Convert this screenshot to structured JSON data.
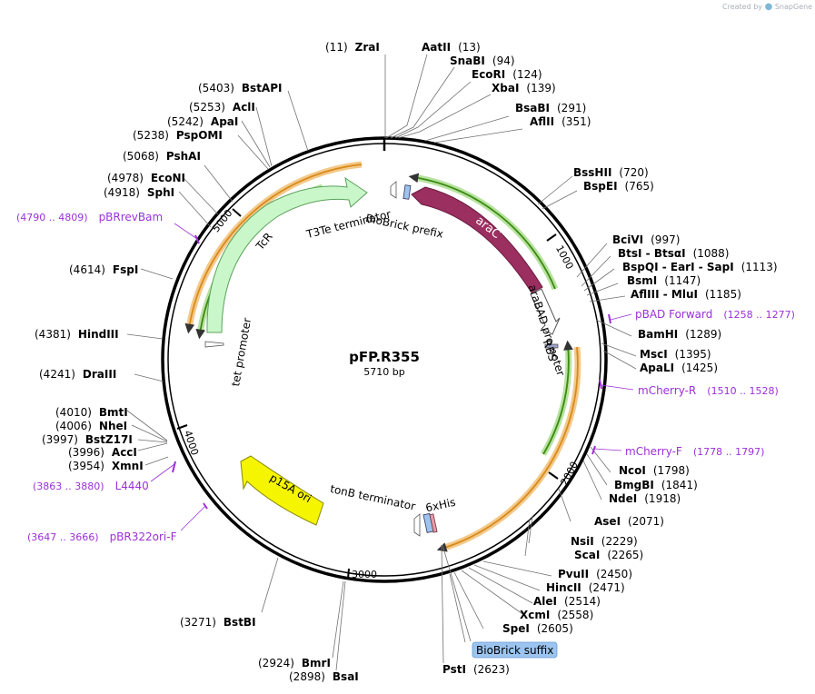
{
  "credit": {
    "prefix": "Created by",
    "brand": "SnapGene"
  },
  "title": "pFP.R355",
  "length_label": "5710 bp",
  "tick_labels": [
    "1000",
    "2000",
    "3000",
    "4000",
    "5000"
  ],
  "features": [
    {
      "label": "araC",
      "color": "#9b2f5f"
    },
    {
      "label": "TcR",
      "color": "#c9f7c9"
    },
    {
      "label": "p15A ori",
      "color": "#f5f500"
    },
    {
      "label": "T3Te terminator"
    },
    {
      "label": "BioBrick prefix"
    },
    {
      "label": "araBAD promoter"
    },
    {
      "label": "RBS"
    },
    {
      "label": "tet promoter"
    },
    {
      "label": "tonB terminator"
    },
    {
      "label": "6xHis"
    },
    {
      "label": "BioBrick suffix",
      "color": "#9cc4f0"
    }
  ],
  "enzymes": [
    {
      "pos": "(11)",
      "name": "ZraI"
    },
    {
      "pos": "(13)",
      "name": "AatII"
    },
    {
      "pos": "(94)",
      "name": "SnaBI"
    },
    {
      "pos": "(124)",
      "name": "EcoRI"
    },
    {
      "pos": "(139)",
      "name": "XbaI"
    },
    {
      "pos": "(291)",
      "name": "BsaBI"
    },
    {
      "pos": "(351)",
      "name": "AflII"
    },
    {
      "pos": "(720)",
      "name": "BssHII"
    },
    {
      "pos": "(765)",
      "name": "BspEI"
    },
    {
      "pos": "(997)",
      "name": "BciVI"
    },
    {
      "pos": "(1088)",
      "name": "BtsI - BtsαI"
    },
    {
      "pos": "(1113)",
      "name": "BspQI - EarI - SapI"
    },
    {
      "pos": "(1147)",
      "name": "BsmI"
    },
    {
      "pos": "(1185)",
      "name": "AflIII - MluI"
    },
    {
      "pos": "(1289)",
      "name": "BamHI"
    },
    {
      "pos": "(1395)",
      "name": "MscI"
    },
    {
      "pos": "(1425)",
      "name": "ApaLI"
    },
    {
      "pos": "(1798)",
      "name": "NcoI"
    },
    {
      "pos": "(1841)",
      "name": "BmgBI"
    },
    {
      "pos": "(1918)",
      "name": "NdeI"
    },
    {
      "pos": "(2071)",
      "name": "AseI"
    },
    {
      "pos": "(2229)",
      "name": "NsiI"
    },
    {
      "pos": "(2265)",
      "name": "ScaI"
    },
    {
      "pos": "(2450)",
      "name": "PvuII"
    },
    {
      "pos": "(2471)",
      "name": "HincII"
    },
    {
      "pos": "(2514)",
      "name": "AleI"
    },
    {
      "pos": "(2558)",
      "name": "XcmI"
    },
    {
      "pos": "(2605)",
      "name": "SpeI"
    },
    {
      "pos": "(2623)",
      "name": "PstI"
    },
    {
      "pos": "(2898)",
      "name": "BsaI"
    },
    {
      "pos": "(2924)",
      "name": "BmrI"
    },
    {
      "pos": "(3271)",
      "name": "BstBI"
    },
    {
      "pos": "(3954)",
      "name": "XmnI"
    },
    {
      "pos": "(3996)",
      "name": "AccI"
    },
    {
      "pos": "(3997)",
      "name": "BstZ17I"
    },
    {
      "pos": "(4006)",
      "name": "NheI"
    },
    {
      "pos": "(4010)",
      "name": "BmtI"
    },
    {
      "pos": "(4241)",
      "name": "DraIII"
    },
    {
      "pos": "(4381)",
      "name": "HindIII"
    },
    {
      "pos": "(4614)",
      "name": "FspI"
    },
    {
      "pos": "(4918)",
      "name": "SphI"
    },
    {
      "pos": "(4978)",
      "name": "EcoNI"
    },
    {
      "pos": "(5068)",
      "name": "PshAI"
    },
    {
      "pos": "(5238)",
      "name": "PspOMI"
    },
    {
      "pos": "(5242)",
      "name": "ApaI"
    },
    {
      "pos": "(5253)",
      "name": "AclI"
    },
    {
      "pos": "(5403)",
      "name": "BstAPI"
    }
  ],
  "primers": [
    {
      "name": "pBAD Forward",
      "range": "(1258 .. 1277)"
    },
    {
      "name": "mCherry-R",
      "range": "(1510 .. 1528)"
    },
    {
      "name": "mCherry-F",
      "range": "(1778 .. 1797)"
    },
    {
      "name": "L4440",
      "range": "(3863 .. 3880)"
    },
    {
      "name": "pBR322ori-F",
      "range": "(3647 .. 3666)"
    },
    {
      "name": "pBRrevBam",
      "range": "(4790 .. 4809)"
    }
  ],
  "colors": {
    "primer": "#9b30d9",
    "backbone": "#000000",
    "orange_arc": "#e8a040",
    "green_arc": "#4a9a1a"
  }
}
